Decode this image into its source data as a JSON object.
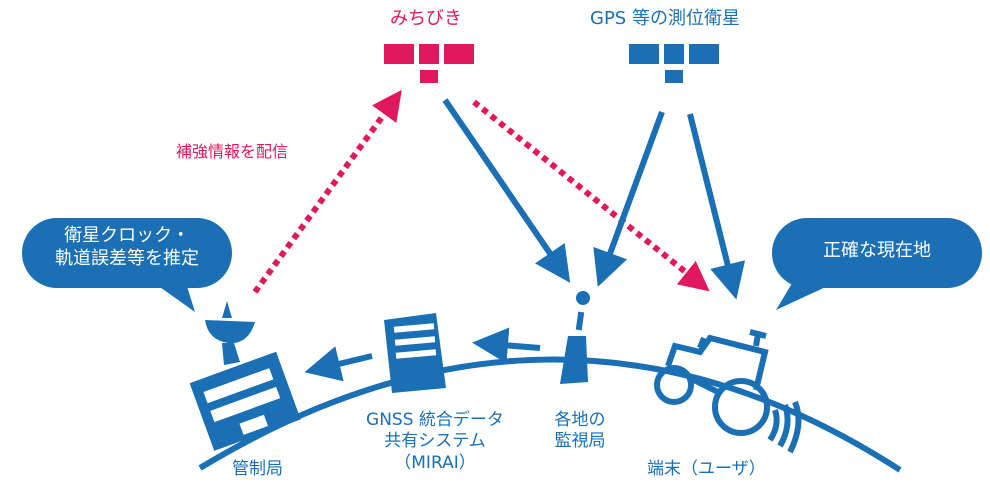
{
  "colors": {
    "blue": "#1a6fb5",
    "pink": "#e2185f",
    "white": "#ffffff"
  },
  "satellites": {
    "michibiki": {
      "label": "みちびき",
      "icon": "satellite-icon",
      "color": "pink"
    },
    "gps": {
      "label": "GPS 等の測位衛星",
      "icon": "satellite-icon",
      "color": "blue"
    }
  },
  "annotations": {
    "distribution": "補強情報を配信"
  },
  "bubbles": {
    "estimate": {
      "line1": "衛星クロック・",
      "line2": "軌道誤差等を推定"
    },
    "position": {
      "text": "正確な現在地"
    }
  },
  "stations": {
    "control": {
      "label": "管制局",
      "icon": "control-station-icon"
    },
    "mirai": {
      "line1": "GNSS 統合データ",
      "line2": "共有システム",
      "line3": "（MIRAI）",
      "icon": "server-icon"
    },
    "monitor": {
      "line1": "各地の",
      "line2": "監視局",
      "icon": "antenna-tower-icon"
    },
    "terminal": {
      "label": "端末（ユーザ）",
      "icon": "tractor-icon"
    }
  },
  "edges": [
    {
      "from": "control",
      "to": "michibiki",
      "style": "dotted",
      "color": "pink"
    },
    {
      "from": "michibiki",
      "to": "monitor",
      "style": "solid",
      "color": "blue"
    },
    {
      "from": "michibiki",
      "to": "terminal",
      "style": "dotted",
      "color": "pink"
    },
    {
      "from": "gps",
      "to": "monitor",
      "style": "solid",
      "color": "blue"
    },
    {
      "from": "gps",
      "to": "terminal",
      "style": "solid",
      "color": "blue"
    },
    {
      "from": "monitor",
      "to": "mirai",
      "style": "solid",
      "color": "blue"
    },
    {
      "from": "mirai",
      "to": "control",
      "style": "solid",
      "color": "blue"
    }
  ]
}
